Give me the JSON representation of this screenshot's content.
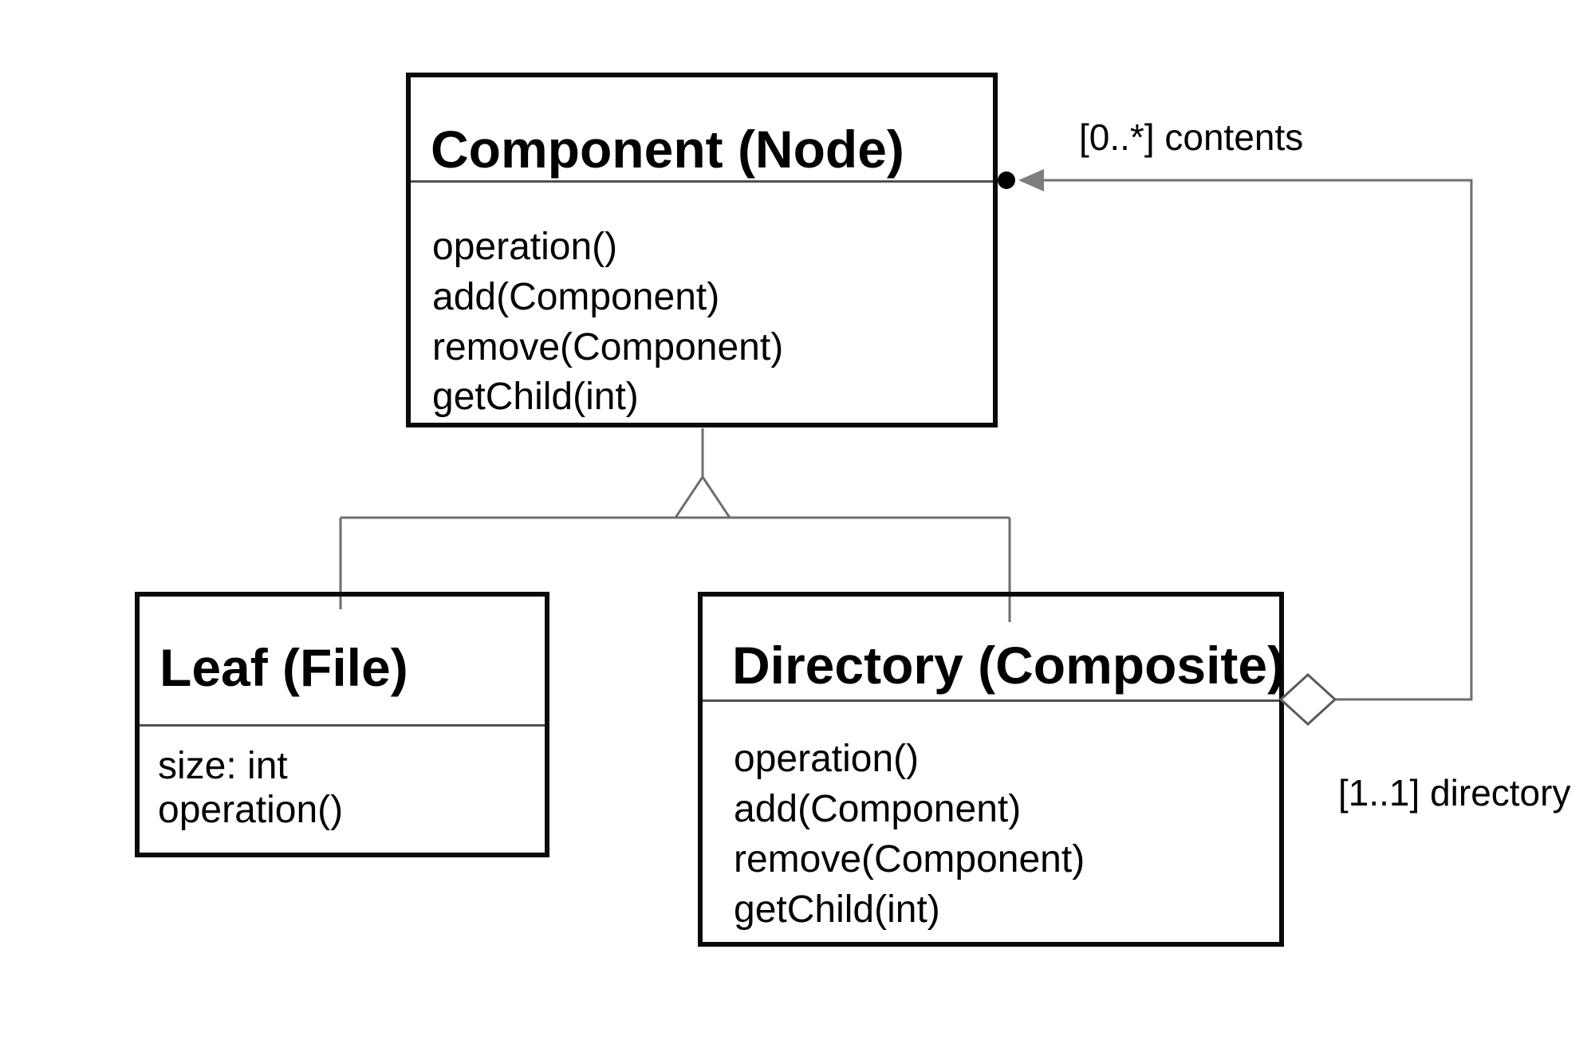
{
  "classes": {
    "component": {
      "name": "Component (Node)",
      "methods": [
        "operation()",
        "add(Component)",
        "remove(Component)",
        "getChild(int)"
      ]
    },
    "leaf": {
      "name": "Leaf (File)",
      "attributes": [
        "size: int",
        "operation()"
      ]
    },
    "directory": {
      "name": "Directory (Composite)",
      "methods": [
        "operation()",
        "add(Component)",
        "remove(Component)",
        "getChild(int)"
      ]
    }
  },
  "labels": {
    "contents": "[0..*] contents",
    "directory": "[1..1] directory"
  },
  "colors": {
    "background": "#ffffff",
    "box_border": "#0a0a0a",
    "separator": "#515151",
    "connector": "#6e6e6e",
    "shape_outline": "#5a5a5a",
    "arrowhead": "#7d7d7d",
    "dot": "#000000",
    "text": "#000000"
  }
}
